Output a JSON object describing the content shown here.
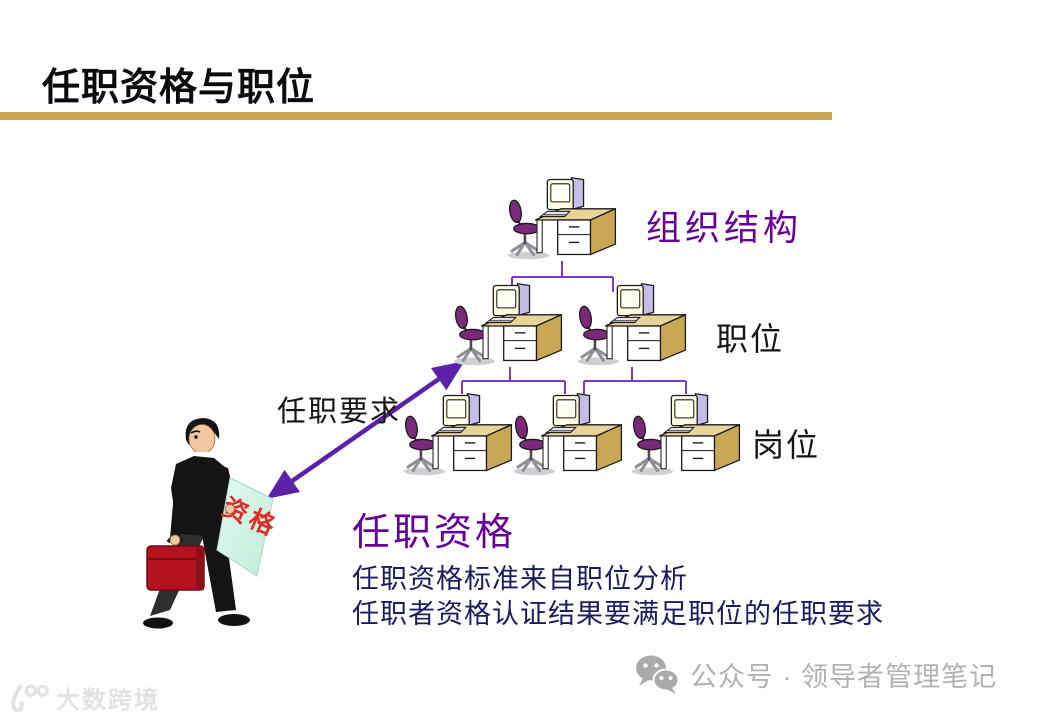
{
  "slide": {
    "title": "任职资格与职位"
  },
  "org_chart": {
    "heading": "组织结构",
    "middle_label": "职位",
    "bottom_label": "岗位"
  },
  "annotation": {
    "arrow_label": "任职要求",
    "paper_label": "资格"
  },
  "qualification": {
    "heading": "任职资格",
    "lines": [
      "任职资格标准来自职位分析",
      "任职者资格认证结果要满足职位的任职要求"
    ]
  },
  "footer": {
    "watermark": "大数跨境",
    "account": "公众号 · 领导者管理笔记"
  },
  "colors": {
    "accent_gold": "#C8A452",
    "purple_heading": "#660099",
    "tree_line": "#7A3BBE",
    "arrow_purple": "#5B21A8",
    "body_text": "#1B1B5E",
    "paper_mint": "#CFF2E0",
    "paper_text_red": "#E02A2A",
    "briefcase_red": "#B5121F"
  }
}
